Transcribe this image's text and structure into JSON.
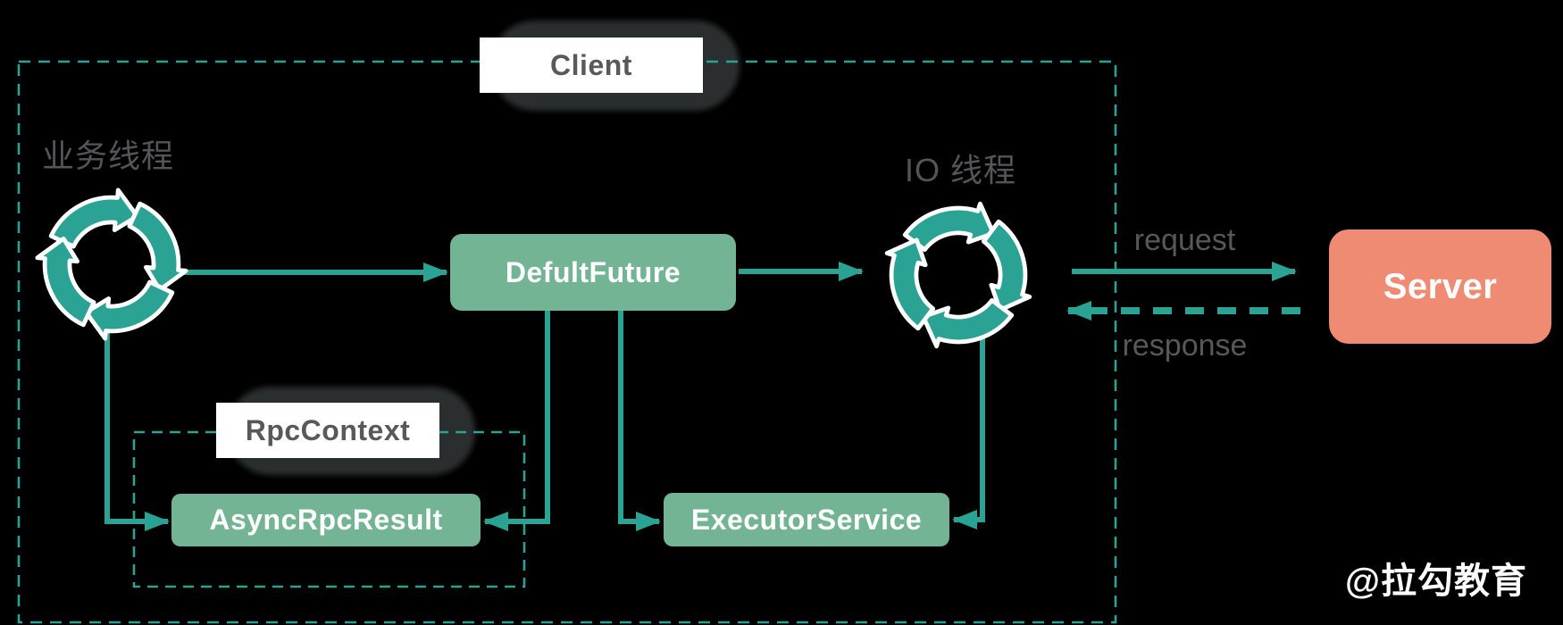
{
  "diagram": {
    "boundary_label": "Client",
    "nodes": {
      "default_future": "DefultFuture",
      "async_rpc_result": "AsyncRpcResult",
      "executor_service": "ExecutorService",
      "server": "Server",
      "rpc_context": "RpcContext"
    },
    "threads": {
      "business_thread": "业务线程",
      "io_thread": "IO 线程"
    },
    "edges": {
      "request": "request",
      "response": "response"
    },
    "watermark": "@拉勾教育",
    "icons": {
      "thread_spinner": "circular-rotating-arrows"
    },
    "colors": {
      "background": "#000000",
      "teal_line": "#2aa294",
      "green_node": "#73b494",
      "salmon_node": "#f08b73",
      "label_text": "#58595b",
      "gray_text": "#575859",
      "node_text": "#ffffff",
      "shadow_pill": "#2c2f2f",
      "watermark_text": "#fcfcfc"
    }
  }
}
